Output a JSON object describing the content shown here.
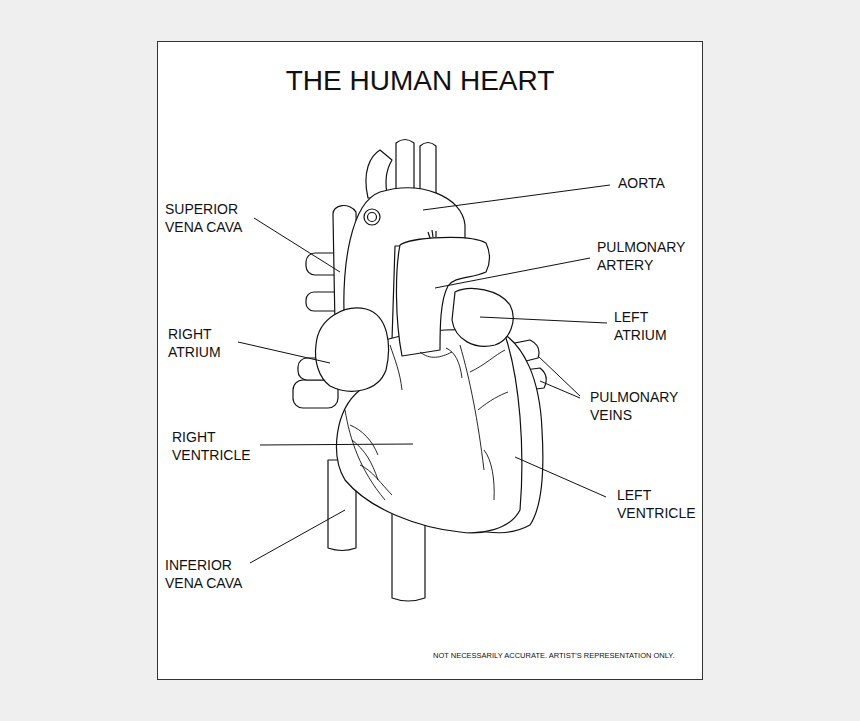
{
  "diagram": {
    "title": "THE HUMAN HEART",
    "labels": [
      "AORTA",
      "SUPERIOR VENA CAVA",
      "PULMONARY ARTERY",
      "LEFT ATRIUM",
      "RIGHT ATRIUM",
      "PULMONARY VEINS",
      "RIGHT VENTRICLE",
      "LEFT VENTRICLE",
      "INFERIOR VENA CAVA",
      "NOT NECESSARILY ACCURATE. ARTIST'S REPRESENTATION ONLY."
    ]
  }
}
